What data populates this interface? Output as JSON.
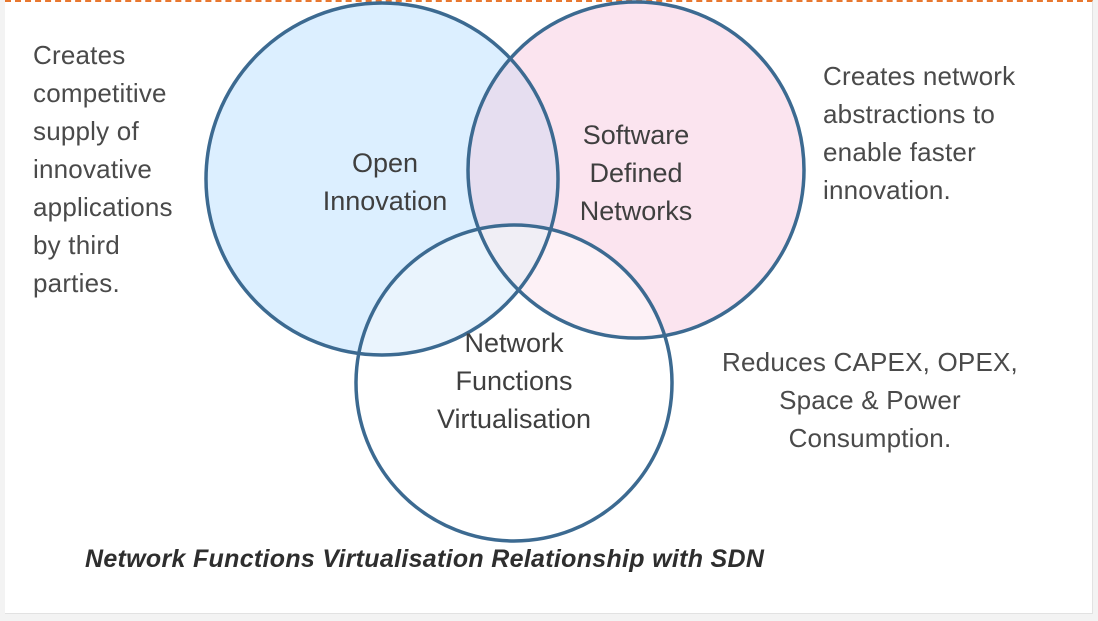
{
  "diagram": {
    "sets": [
      {
        "id": "open-innovation",
        "label": "Open\nInnovation",
        "fill": "#dcefff",
        "stroke": "#3c6a91"
      },
      {
        "id": "sdn",
        "label": "Software\nDefined\nNetworks",
        "fill": "#fbe4ef",
        "stroke": "#3c6a91"
      },
      {
        "id": "nfv",
        "label": "Network\nFunctions\nVirtualisation",
        "fill": "#ffffff",
        "stroke": "#3c6a91"
      }
    ],
    "notes": {
      "left": "Creates\ncompetitive\nsupply of\ninnovative\napplications\nby third\nparties.",
      "right": "Creates network\nabstractions to\nenable faster\ninnovation.",
      "bottom": "Reduces CAPEX, OPEX,\nSpace & Power\nConsumption."
    },
    "caption": "Network Functions Virtualisation Relationship with SDN",
    "colors": {
      "frame_border_top": "#e8772e",
      "text": "#4a4a4a",
      "outline": "#3c6a91"
    }
  }
}
